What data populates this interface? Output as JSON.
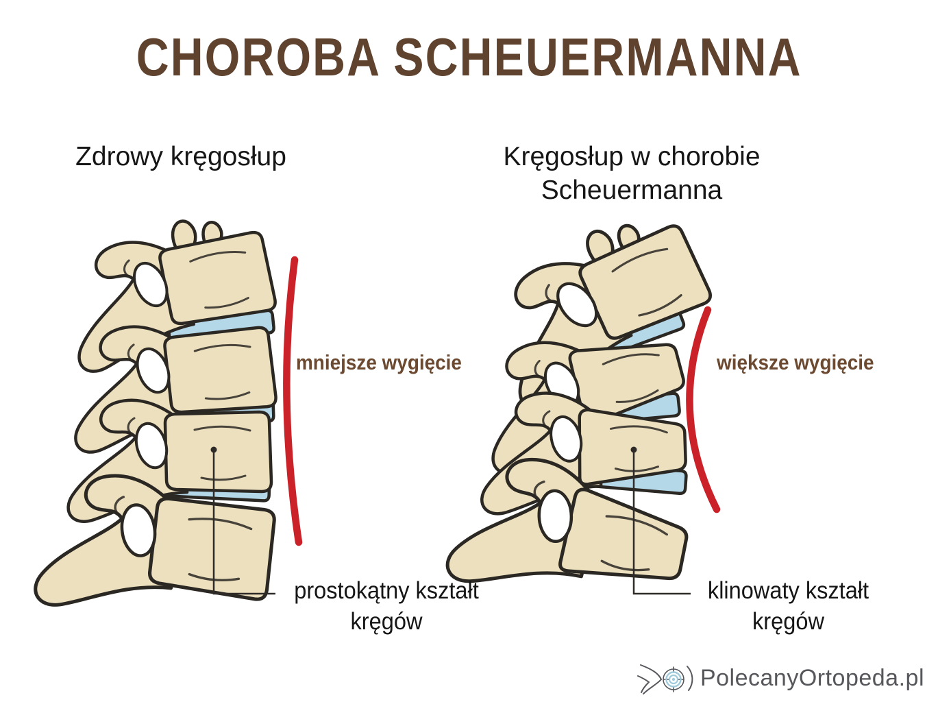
{
  "title": "CHOROBA SCHEUERMANNA",
  "healthy": {
    "heading": "Zdrowy kręgosłup",
    "curve_label": "mniejsze wygięcie",
    "annotation_line1": "prostokątny kształt",
    "annotation_line2": "kręgów"
  },
  "diseased": {
    "heading_line1": "Kręgosłup w chorobie",
    "heading_line2": "Scheuermanna",
    "curve_label": "większe wygięcie",
    "annotation_line1": "klinowaty kształt",
    "annotation_line2": "kręgów"
  },
  "footer": {
    "logo_text": "PolecanyOrtopeda.pl",
    "logo_icon": "spine-target-icon"
  },
  "colors": {
    "background": "#FFFFFF",
    "title_brown": "#5F432E",
    "label_brown": "#6C4A31",
    "text_black": "#161616",
    "bone_fill": "#EDE0BE",
    "bone_outline": "#2B2824",
    "disc_fill": "#B5D8E9",
    "curve_red": "#CB2229",
    "leader_dark": "#2E2B28",
    "logo_gray": "#56575B",
    "logo_blue": "#9FCBDC"
  }
}
